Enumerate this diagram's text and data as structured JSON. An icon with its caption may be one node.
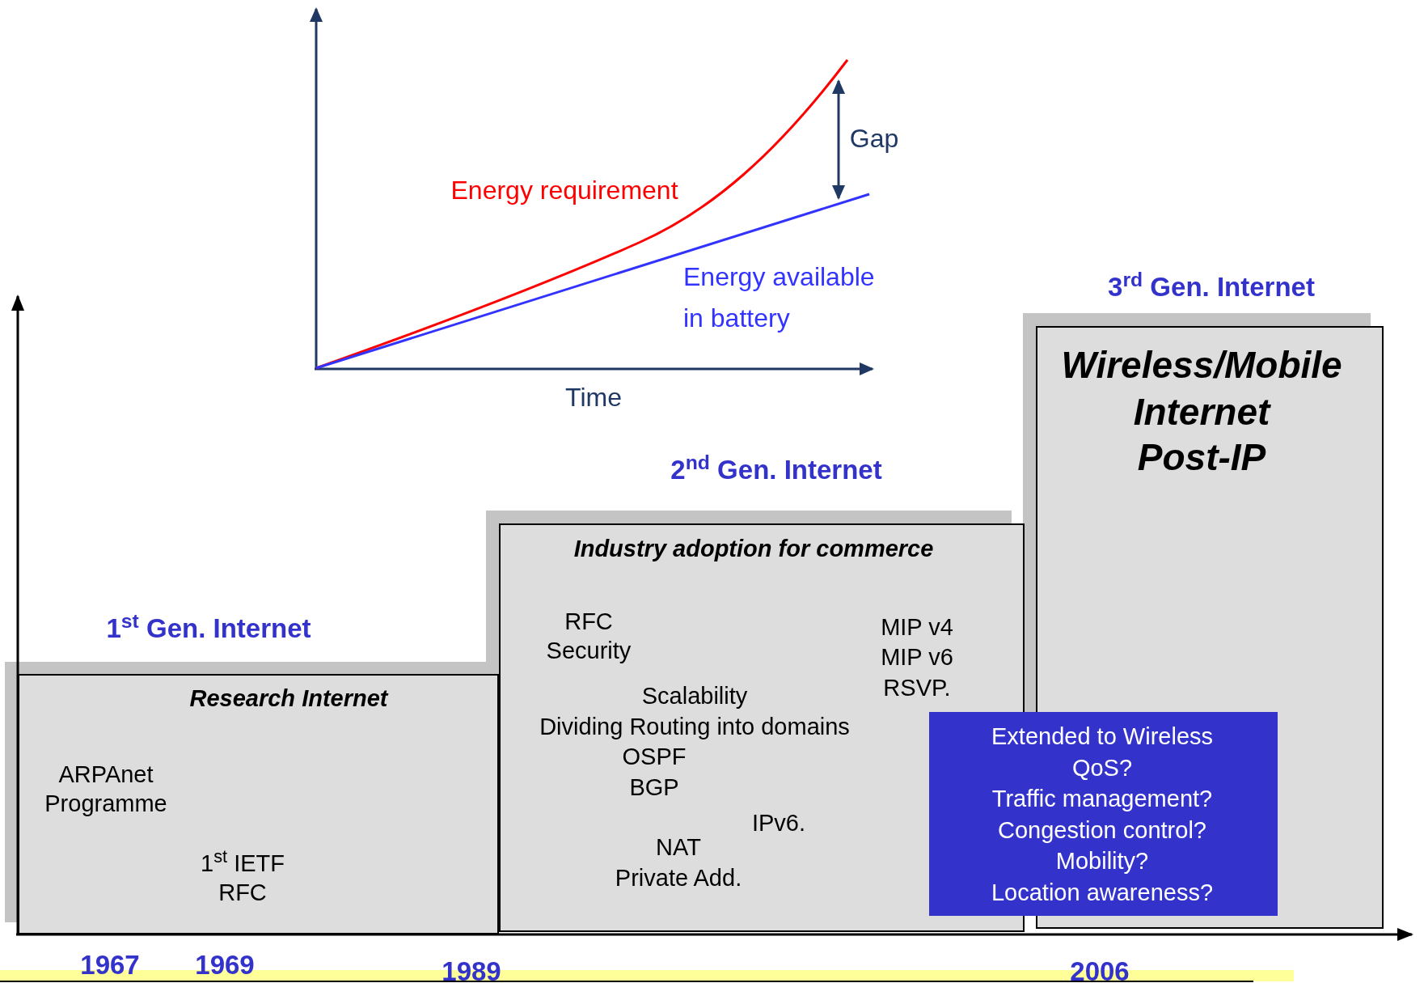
{
  "diagram": {
    "nodes": [
      {
        "text": [
          "1$^{st}$ Gen. Internet",
          "Research Internet",
          "ARPAnet Programme",
          "1$^{st}$ IETF RFC"
        ]
      },
      {
        "text": [
          "2$^{nd}$ Gen. Internet",
          "Industry adoption for commerce",
          "RFC Security",
          "Scalability",
          "Dividing Routing into domains",
          "OSPF",
          "BGP",
          "MIP v4",
          "MIP v6",
          "RSVP.",
          "IPv6.",
          "NAT",
          "Private Add."
        ]
      },
      {
        "text": [
          "3$^{rd}$  Gen. Internet",
          "Wireless/Mobile Internet",
          "Post-IP"
        ]
      },
      {
        "text": [
          "Extended to Wireless",
          "QoS?",
          "Traffic management?",
          "Congestion control?",
          "Mobility?",
          "Location awareness?"
        ]
      }
    ],
    "labels": [
      "Energy requirement",
      "Gap",
      "Energy available in battery",
      "Time",
      "1967",
      "1969",
      "1989",
      "2006"
    ]
  }
}
